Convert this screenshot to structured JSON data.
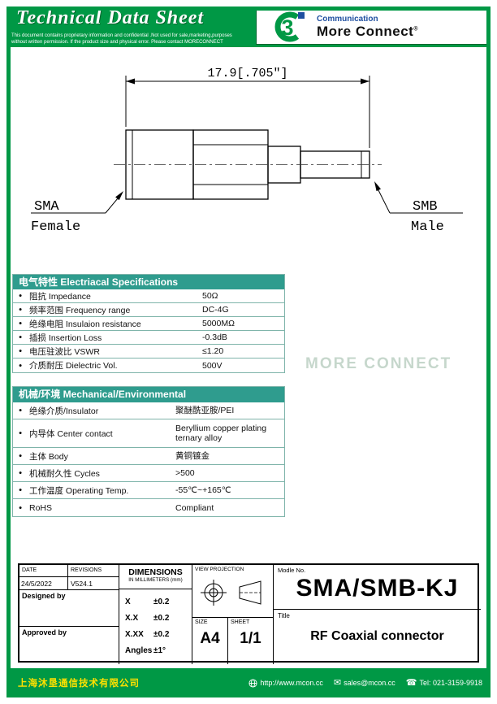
{
  "colors": {
    "brand_green": "#009845",
    "table_header_teal": "#2F9C8E",
    "logo_blue": "#1F4FA0",
    "company_yellow": "#FFE100",
    "watermark_gray_green": "#C6D7CC"
  },
  "header": {
    "title": "Technical Data Sheet",
    "disclaimer_line1": "This document contains proprietary information and confidential .Not used for sale,marketing,purposes",
    "disclaimer_line2": "without written permission. If the product size and physical error. Please contact MORECONNECT",
    "logo": {
      "mark": "3",
      "line1": "Communication",
      "line2": "More Connect",
      "registered": "®"
    }
  },
  "drawing": {
    "dimension_label": "17.9[.705″]",
    "left_connector_line1": "SMA",
    "left_connector_line2": "Female",
    "right_connector_line1": "SMB",
    "right_connector_line2": "Male"
  },
  "electrical_table": {
    "header": "电气特性  Electriacal Specifications",
    "rows": [
      {
        "label": "阻抗 Impedance",
        "value": "50Ω"
      },
      {
        "label": "频率范围 Frequency range",
        "value": "DC-4G"
      },
      {
        "label": "绝缘电阻 Insulaion resistance",
        "value": "5000MΩ"
      },
      {
        "label": "插损 Insertion Loss",
        "value": "-0.3dB"
      },
      {
        "label": "电压驻波比 VSWR",
        "value": "≤1.20"
      },
      {
        "label": "介质耐压 Dielectric  Vol.",
        "value": "500V"
      }
    ]
  },
  "watermark": "MORE CONNECT",
  "mechanical_table": {
    "header": "机械/环境 Mechanical/Environmental",
    "rows": [
      {
        "label": "绝缘介质/Insulator",
        "value": "聚醚酰亚胺/PEI"
      },
      {
        "label": "内导体 Center contact",
        "value": "Beryllium copper plating\nternary alloy"
      },
      {
        "label": "主体 Body",
        "value": "黄铜镀金"
      },
      {
        "label": "机械耐久性 Cycles",
        "value": ">500"
      },
      {
        "label": "工作温度  Operating Temp.",
        "value": "-55℃~+165℃"
      },
      {
        "label": "RoHS",
        "value": "Compliant"
      }
    ]
  },
  "title_block": {
    "date_label": "DATE",
    "revisions_label": "REVISIONS",
    "date_value": "24/5/2022",
    "revisions_value": "V524.1",
    "designed_by_label": "Designed by",
    "approved_by_label": "Approved by",
    "dimensions_title": "DIMENSIONS",
    "dimensions_subtitle": "IN MILLIMETERS (mm)",
    "tolerances": [
      {
        "label": "X",
        "value": "±0.2"
      },
      {
        "label": "X.X",
        "value": "±0.2"
      },
      {
        "label": "X.XX",
        "value": "±0.2"
      },
      {
        "label": "Angles",
        "value": "±1°"
      }
    ],
    "view_projection_label": "VIEW PROJECTION",
    "size_label": "SIZE",
    "size_value": "A4",
    "sheet_label": "SHEET",
    "sheet_value": "1/1",
    "model_label": "Modle No.",
    "model_value": "SMA/SMB-KJ",
    "title_label": "Title",
    "title_value": "RF Coaxial  connector"
  },
  "footer": {
    "company": "上海沐垦通信技术有限公司",
    "website": "http://www.mcon.cc",
    "email": "sales@mcon.cc",
    "tel": "Tel: 021-3159-9918"
  }
}
